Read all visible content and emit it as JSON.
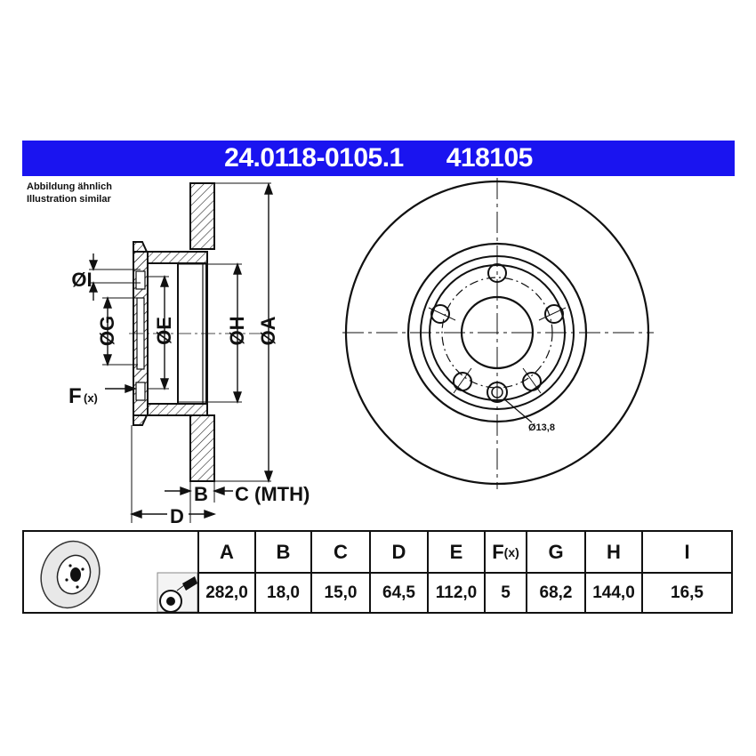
{
  "header": {
    "part_number": "24.0118-0105.1",
    "article_number": "418105",
    "banner_color": "#1a14f0"
  },
  "note": {
    "line1": "Abbildung ähnlich",
    "line2": "Illustration similar"
  },
  "side_view": {
    "labels": {
      "I": "ØI",
      "G": "ØG",
      "E": "ØE",
      "H": "ØH",
      "A": "ØA",
      "F": "F",
      "F_sub": "(x)",
      "B": "B",
      "C": "C (MTH)",
      "D": "D"
    }
  },
  "front_view": {
    "hole_callout": "Ø13,8",
    "bolt_holes": 5
  },
  "table": {
    "columns": [
      {
        "key": "A",
        "header": "A",
        "value": "282,0"
      },
      {
        "key": "B",
        "header": "B",
        "value": "18,0"
      },
      {
        "key": "C",
        "header": "C",
        "value": "15,0"
      },
      {
        "key": "D",
        "header": "D",
        "value": "64,5"
      },
      {
        "key": "E",
        "header": "E",
        "value": "112,0"
      },
      {
        "key": "F",
        "header": "F",
        "header_sub": "(x)",
        "value": "5"
      },
      {
        "key": "G",
        "header": "G",
        "value": "68,2"
      },
      {
        "key": "H",
        "header": "H",
        "value": "144,0"
      },
      {
        "key": "I",
        "header": "I",
        "value": "16,5"
      }
    ],
    "icons": [
      "brake-disc-thumbnail-icon",
      "spray-coating-icon"
    ]
  }
}
